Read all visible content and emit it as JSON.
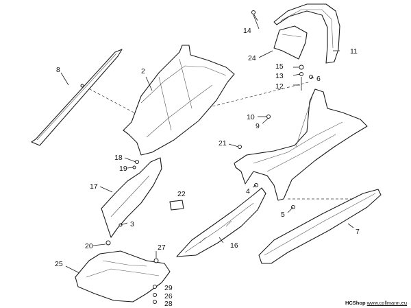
{
  "callouts": {
    "n1": "2",
    "n2": "3",
    "n3": "4",
    "n4": "5",
    "n5": "6",
    "n6": "7",
    "n7": "8",
    "n8": "9",
    "n9": "10",
    "n10": "11",
    "n11": "12",
    "n12": "13",
    "n13": "14",
    "n14": "15",
    "n15": "16",
    "n16": "17",
    "n17": "18",
    "n18": "19",
    "n19": "20",
    "n20": "21",
    "n21": "22",
    "n22": "24",
    "n23": "25",
    "n24": "26",
    "n25": "27",
    "n26": "28",
    "n27": "29"
  },
  "footer": {
    "shop": "HCShop",
    "site": "www.collmann.eu"
  }
}
